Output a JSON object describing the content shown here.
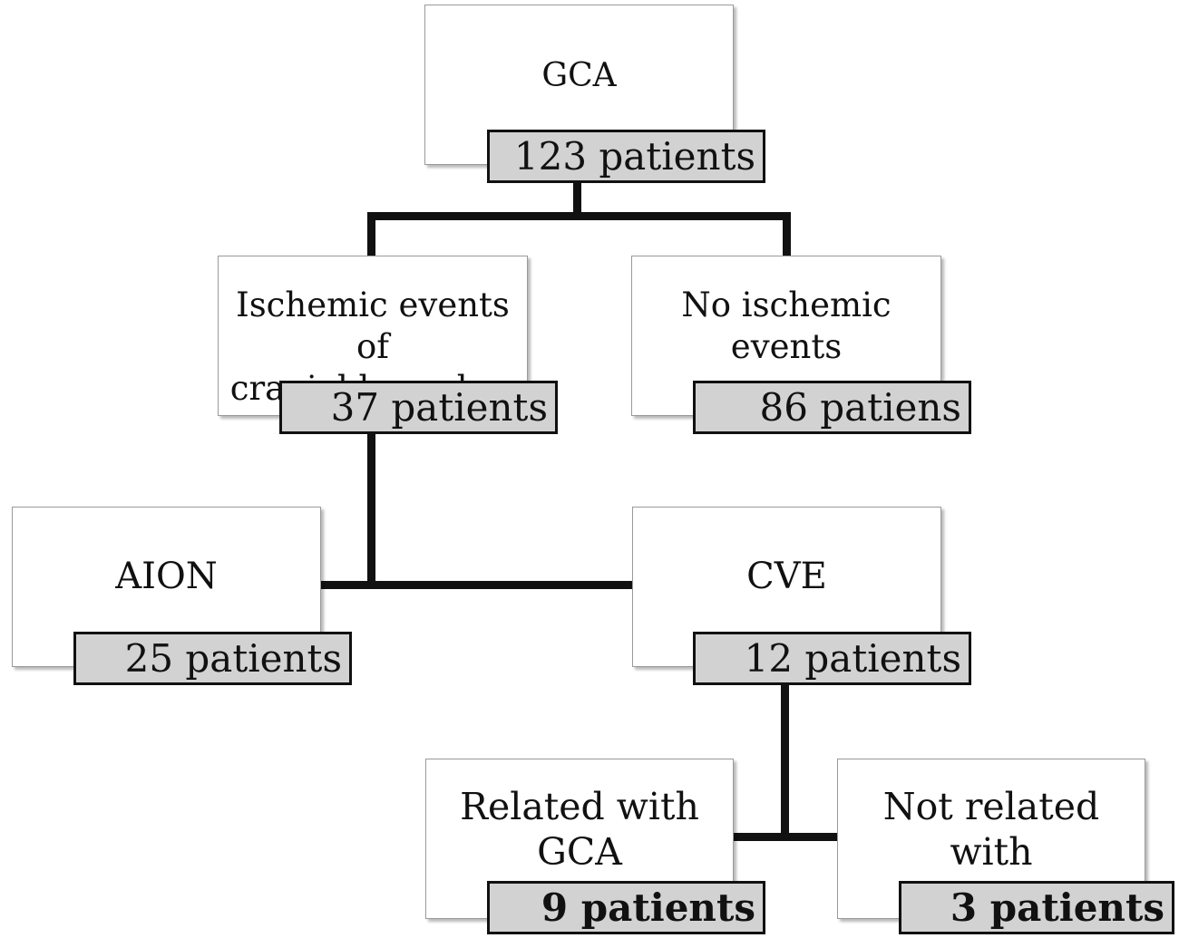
{
  "nodes": {
    "gca": {
      "label": "GCA",
      "count": "123 patients"
    },
    "ischemic": {
      "label": "Ischemic events of\ncranial branches",
      "count": "37 patients"
    },
    "no_ischemic": {
      "label": "No ischemic\nevents",
      "count": "86 patiens"
    },
    "aion": {
      "label": "AION",
      "count": "25 patients"
    },
    "cve": {
      "label": "CVE",
      "count": "12 patients"
    },
    "related": {
      "label": "Related with\nGCA",
      "count": "9 patients"
    },
    "not_related": {
      "label": "Not related with\nGCA",
      "count": "3 patients"
    }
  }
}
